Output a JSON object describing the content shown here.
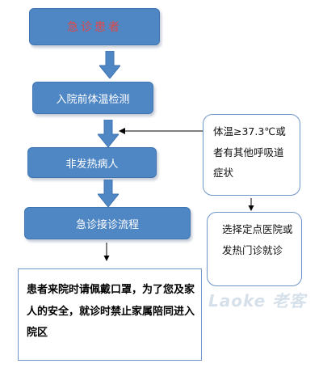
{
  "flow": {
    "steps": [
      "急诊患者",
      "入院前体温检测",
      "非发热病人",
      "急诊接诊流程"
    ],
    "step_colors": {
      "fill": "#4f86c4",
      "first_text": "#e04848",
      "text": "#ffffff"
    }
  },
  "notes": {
    "fever_condition": "体温≥37.3℃或者有其他呼吸道症状",
    "fever_action": "选择定点医院或发热门诊就诊"
  },
  "warning": "患者来院时请佩戴口罩，为了您及家人的安全，就诊时禁止家属陪同进入院区",
  "watermark": "Laoke 老客"
}
